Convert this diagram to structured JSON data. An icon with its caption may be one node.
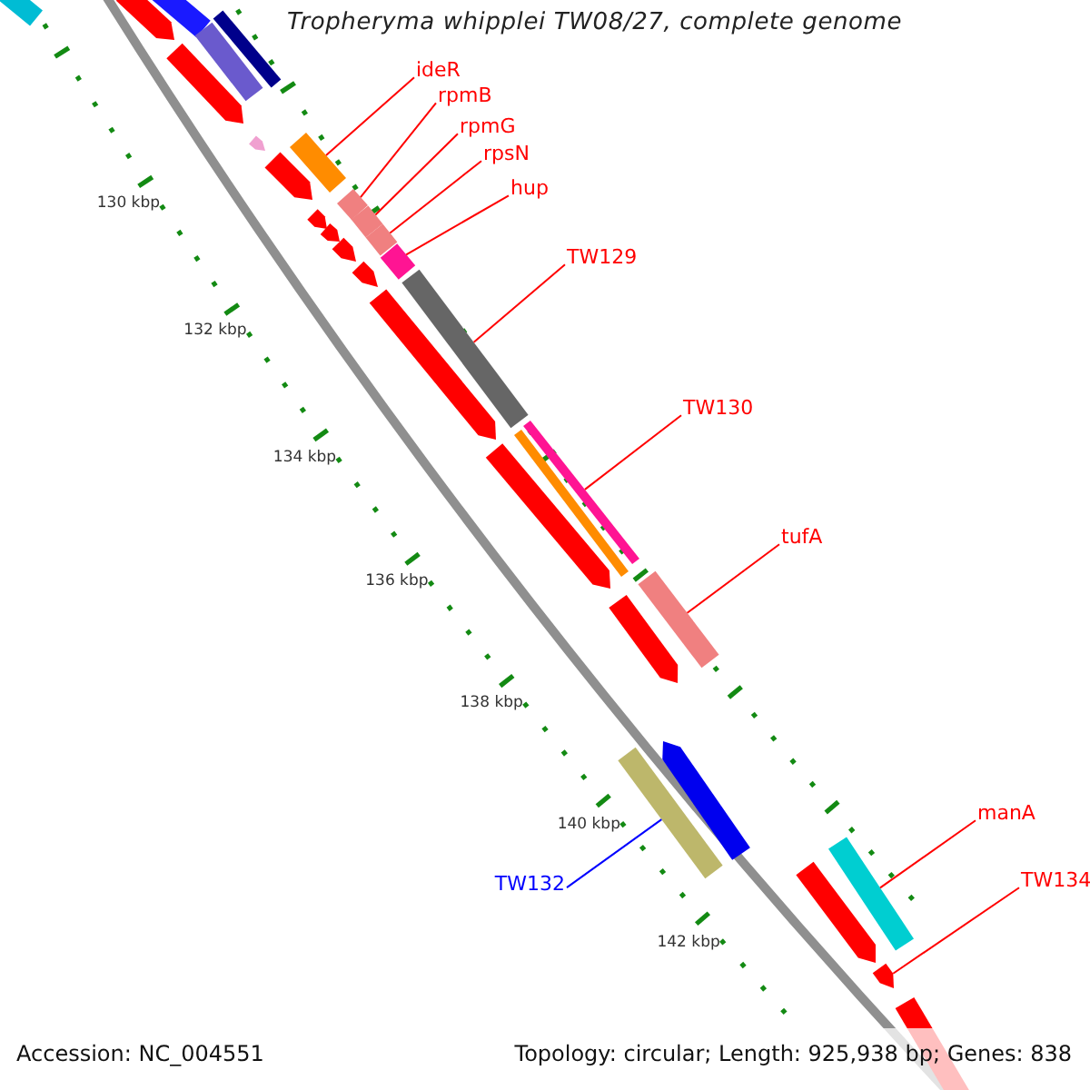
{
  "diagram": {
    "title": "Tropheryma whipplei TW08/27, complete genome",
    "nodes": [
      {
        "text": [
          "ideR"
        ]
      },
      {
        "text": [
          "rpmB"
        ]
      },
      {
        "text": [
          "rpmG"
        ]
      },
      {
        "text": [
          "rpsN"
        ]
      },
      {
        "text": [
          "hup"
        ]
      },
      {
        "text": [
          "TW129"
        ]
      },
      {
        "text": [
          "TW130"
        ]
      },
      {
        "text": [
          "tufA"
        ]
      },
      {
        "text": [
          "TW132"
        ]
      },
      {
        "text": [
          "manA"
        ]
      },
      {
        "text": [
          "TW134"
        ]
      },
      {
        "text": [],
        "shape": "bar"
      },
      {
        "text": [],
        "shape": "bar"
      },
      {
        "text": [],
        "shape": "bar"
      },
      {
        "text": [],
        "shape": "bar"
      },
      {
        "text": [],
        "shape": "bar"
      },
      {
        "text": [],
        "shape": "bar"
      },
      {
        "text": [],
        "shape": "bar"
      },
      {
        "text": [],
        "shape": "bar"
      },
      {
        "text": [],
        "shape": "bar"
      },
      {
        "text": [],
        "shape": "bar"
      },
      {
        "text": [],
        "shape": "bar"
      },
      {
        "text": [],
        "shape": "bar"
      },
      {
        "text": [],
        "shape": "bar"
      },
      {
        "text": [],
        "shape": "bar"
      },
      {
        "text": [],
        "shape": "bar"
      },
      {
        "text": [],
        "shape": "bar"
      },
      {
        "text": [],
        "shape": "bar"
      },
      {
        "text": [],
        "shape": "bar"
      },
      {
        "text": [],
        "shape": "bar"
      },
      {
        "text": [],
        "shape": "bar"
      },
      {
        "text": [],
        "shape": "bar"
      },
      {
        "text": [],
        "shape": "bar"
      },
      {
        "text": [],
        "shape": "bar"
      },
      {
        "text": [],
        "shape": "bar"
      },
      {
        "text": [],
        "shape": "bar"
      },
      {
        "text": [],
        "shape": "bar"
      },
      {
        "text": [],
        "shape": "bar"
      },
      {
        "text": [],
        "shape": "bar"
      },
      {
        "text": [],
        "shape": "bar"
      },
      {
        "text": [],
        "shape": "bar"
      }
    ],
    "edges": [
      {
        "from": 0,
        "to": 17,
        "arrow": "none"
      },
      {
        "from": 1,
        "to": 20,
        "arrow": "none"
      },
      {
        "from": 2,
        "to": 21,
        "arrow": "none"
      },
      {
        "from": 3,
        "to": 24,
        "arrow": "none"
      },
      {
        "from": 4,
        "to": 26,
        "arrow": "none"
      },
      {
        "from": 5,
        "to": 28,
        "arrow": "none"
      },
      {
        "from": 6,
        "to": 30,
        "arrow": "none"
      },
      {
        "from": 7,
        "to": 33,
        "arrow": "none"
      },
      {
        "from": 8,
        "to": 36,
        "arrow": "none",
        "color": "#0000ff"
      },
      {
        "from": 9,
        "to": 37,
        "arrow": "none"
      },
      {
        "from": 10,
        "to": 39,
        "arrow": "none"
      }
    ],
    "labels": [
      "130 kbp",
      "132 kbp",
      "134 kbp",
      "136 kbp",
      "138 kbp",
      "140 kbp",
      "142 kbp",
      "Accession: NC_004551",
      "Topology: circular; Length: 925,938 bp; Genes: 838"
    ]
  }
}
